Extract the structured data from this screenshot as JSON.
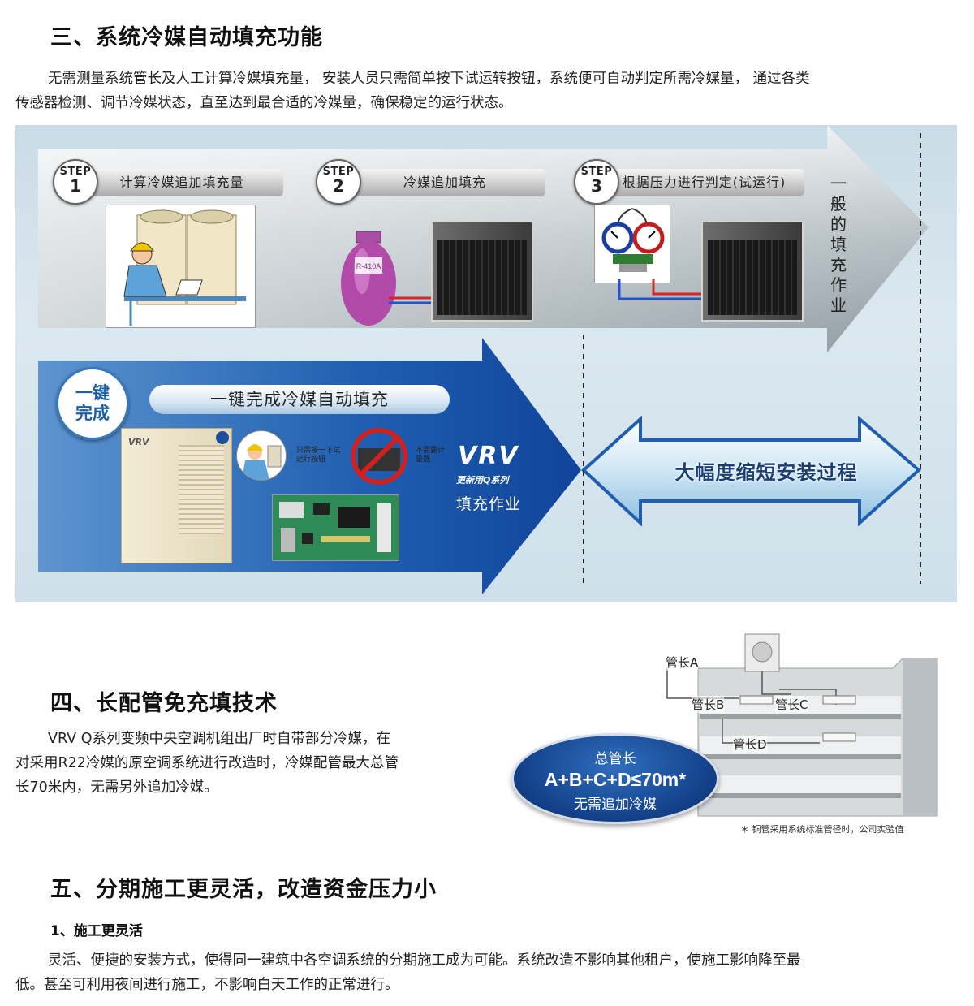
{
  "section3": {
    "title": "三、系统冷媒自动填充功能",
    "paragraph_line1": "无需测量系统管长及人工计算冷媒填充量， 安装人员只需简单按下试运转按钮，系统便可自动判定所需冷媒量， 通过各类",
    "paragraph_line2": "传感器检测、调节冷媒状态，直至达到最合适的冷媒量，确保稳定的运行状态。",
    "figure": {
      "step_word": "STEP",
      "steps": [
        {
          "number": "1",
          "label": "计算冷媒追加填充量"
        },
        {
          "number": "2",
          "label": "冷媒追加填充"
        },
        {
          "number": "3",
          "label": "根据压力进行判定(试运行)"
        }
      ],
      "cylinder_label": "R-410A",
      "general_fill_vertical": "一般的填充作业",
      "onekey_badge": "一键完成",
      "onekey_title": "一键完成冷媒自动填充",
      "note_press": "只需按一下试运行按钮",
      "note_no_scale": "不需要计量器",
      "unit_brand": "VRV",
      "vrv_logo": "VRV",
      "vrv_sub": "更新用Q系列",
      "vrv_fill": "填充作业",
      "shorten_text": "大幅度缩短安装过程"
    }
  },
  "section4": {
    "title": "四、长配管免充填技术",
    "paragraph_lines": [
      "VRV Q系列变频中央空调机组出厂时自带部分冷媒，在",
      "对采用R22冷媒的原空调系统进行改造时，冷媒配管最大总管",
      "长70米内，无需另外追加冷媒。"
    ],
    "figure": {
      "pipe_a": "管长A",
      "pipe_b": "管长B",
      "pipe_c": "管长C",
      "pipe_d": "管长D",
      "badge_line1": "总管长",
      "badge_line2": "A+B+C+D≤70m*",
      "badge_line3": "无需追加冷媒",
      "footnote": "＊ 铜管采用系统标准管径时，公司实验值"
    }
  },
  "section5": {
    "title": "五、分期施工更灵活，改造资金压力小",
    "subheading": "1、施工更灵活",
    "paragraph_line1": "灵活、便捷的安装方式，使得同一建筑中各空调系统的分期施工成为可能。系统改造不影响其他租户，使施工影响降至最",
    "paragraph_line2": "低。甚至可利用夜间进行施工，不影响白天工作的正常进行。"
  },
  "colors": {
    "grey_arrow": "#8a959d",
    "blue_arrow": "#1f5eb0",
    "light_arrow": "#cfe6f4",
    "badge_blue": "#123f86"
  }
}
